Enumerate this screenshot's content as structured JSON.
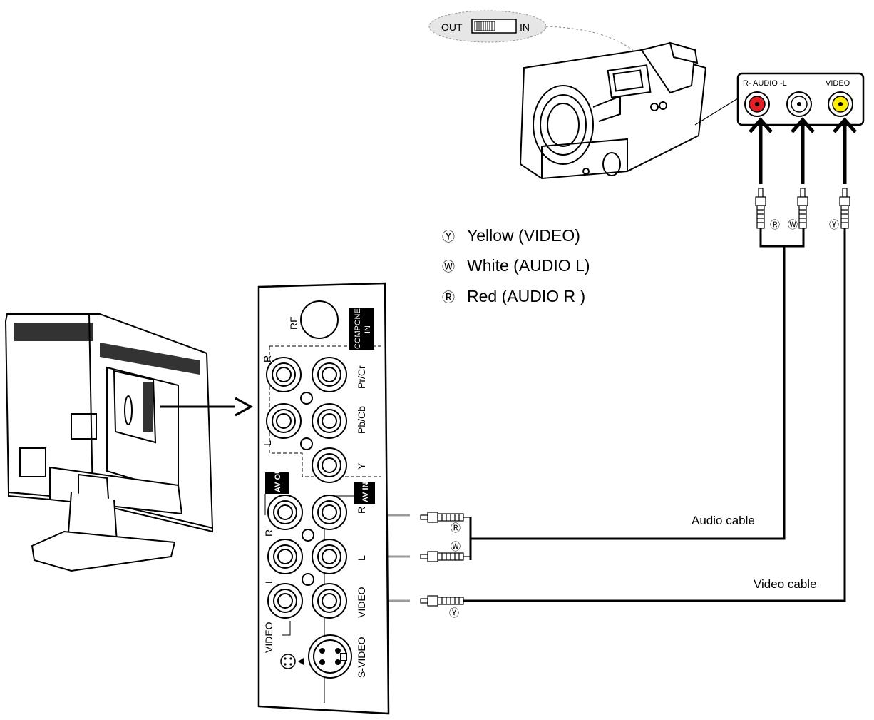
{
  "switch": {
    "out_label": "OUT",
    "in_label": "IN"
  },
  "camcorder_panel": {
    "audio_label": "R- AUDIO -L",
    "video_label": "VIDEO"
  },
  "legend": {
    "yellow": {
      "symbol": "Ⓨ",
      "text": "Yellow (VIDEO)"
    },
    "white": {
      "symbol": "Ⓦ",
      "text": "White (AUDIO L)"
    },
    "red": {
      "symbol": "Ⓡ",
      "text": "Red (AUDIO R )"
    }
  },
  "cables": {
    "audio": "Audio cable",
    "video": "Video cable"
  },
  "plug_marks": {
    "red": "Ⓡ",
    "white": "Ⓦ",
    "yellow": "Ⓨ"
  },
  "tv_panel": {
    "rf": "RF",
    "component_line1": "COMPONENT",
    "component_line2": "IN",
    "pr_cr": "Pr/Cr",
    "pb_cb": "Pb/Cb",
    "y": "Y",
    "r_top": "R",
    "l_top": "L",
    "av_out": "AV OUT",
    "av_in": "AV IN",
    "out_r": "R",
    "out_l": "L",
    "out_video": "VIDEO",
    "in_r": "R",
    "in_l": "L",
    "in_video": "VIDEO",
    "s_video": "S-VIDEO"
  },
  "colors": {
    "red_jack": "#e31e24",
    "yellow_jack": "#ffed00",
    "callout_fill": "#e6e6e6",
    "cable_gray": "#9a9a9a"
  }
}
